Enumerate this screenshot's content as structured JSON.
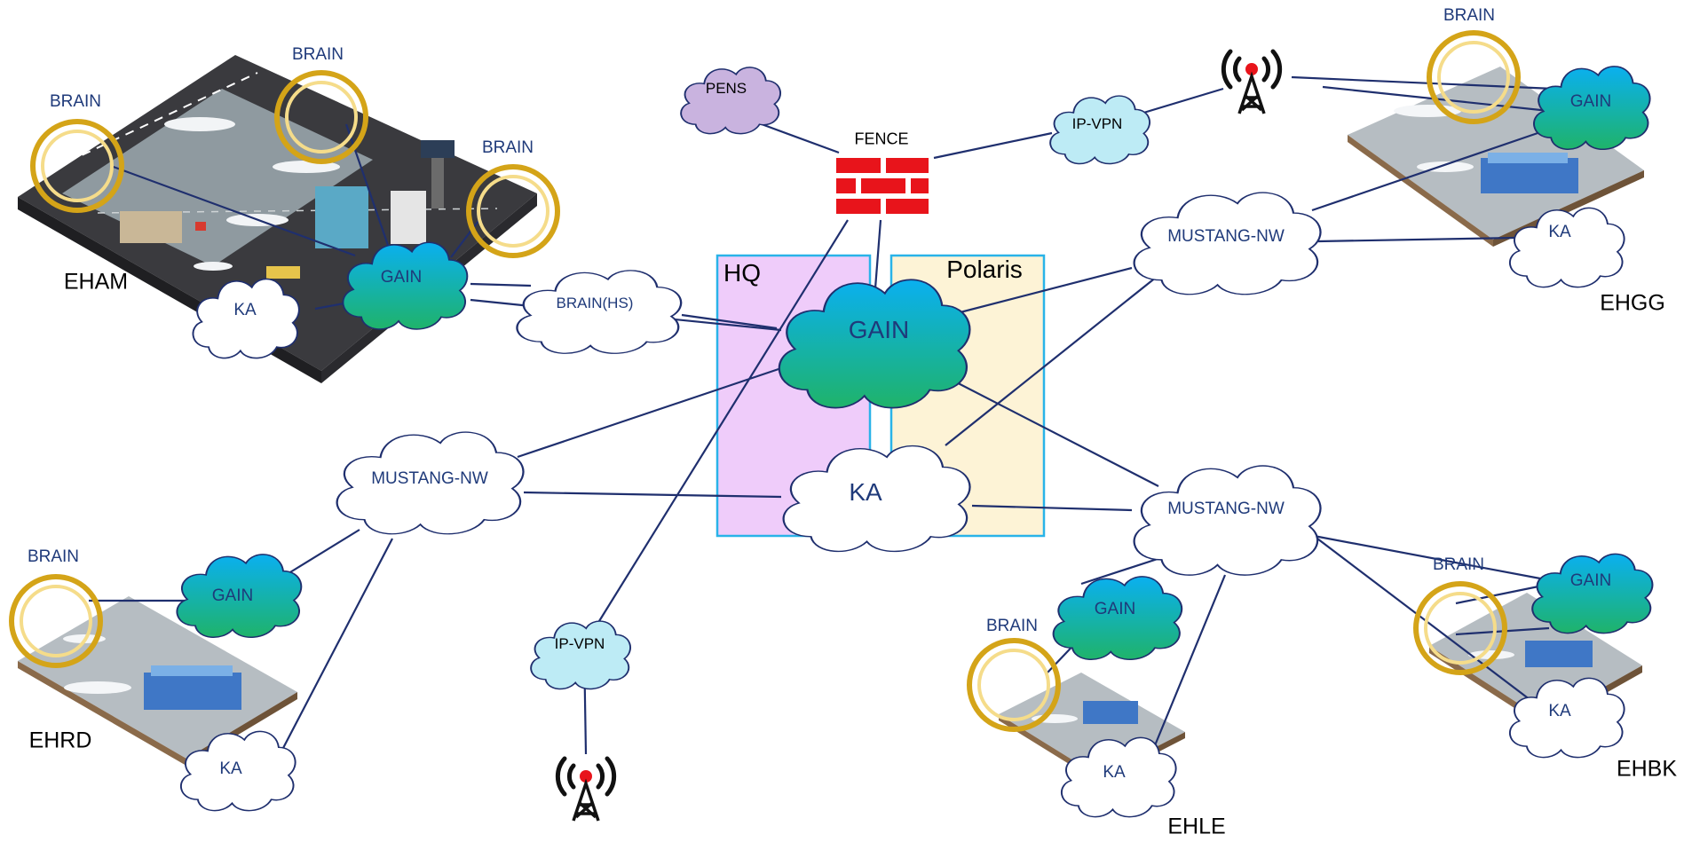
{
  "areas": {
    "hq": "HQ",
    "polaris": "Polaris"
  },
  "sites": {
    "eham": "EHAM",
    "ehgg": "EHGG",
    "ehrd": "EHRD",
    "ehle": "EHLE",
    "ehbk": "EHBK"
  },
  "center": {
    "gain": "GAIN",
    "ka": "KA",
    "fence": "FENCE",
    "pens": "PENS",
    "ipvpn_top": "IP-VPN",
    "ipvpn_bottom": "IP-VPN",
    "brain_hs": "BRAIN(HS)"
  },
  "eham": {
    "brain1": "BRAIN",
    "brain2": "BRAIN",
    "brain3": "BRAIN",
    "gain": "GAIN",
    "ka": "KA"
  },
  "ehgg": {
    "brain": "BRAIN",
    "gain": "GAIN",
    "ka": "KA",
    "mustang": "MUSTANG-NW"
  },
  "ehrd": {
    "brain": "BRAIN",
    "gain": "GAIN",
    "ka": "KA",
    "mustang": "MUSTANG-NW"
  },
  "ehle": {
    "brain": "BRAIN",
    "gain": "GAIN",
    "ka": "KA",
    "mustang": "MUSTANG-NW"
  },
  "ehbk": {
    "brain": "BRAIN",
    "gain": "GAIN",
    "ka": "KA"
  },
  "colors": {
    "link": "#1f2f6e",
    "hq_fill": "#efccfa",
    "polaris_fill": "#fdf3d6",
    "area_border": "#29b3e8",
    "gain_top": "#0ab0f0",
    "gain_bottom": "#1fb36a",
    "ipvpn_fill": "#bdebf5",
    "pens_fill": "#c9b3df",
    "brain_ring": "#d4a418",
    "fence_red": "#e8141b"
  }
}
